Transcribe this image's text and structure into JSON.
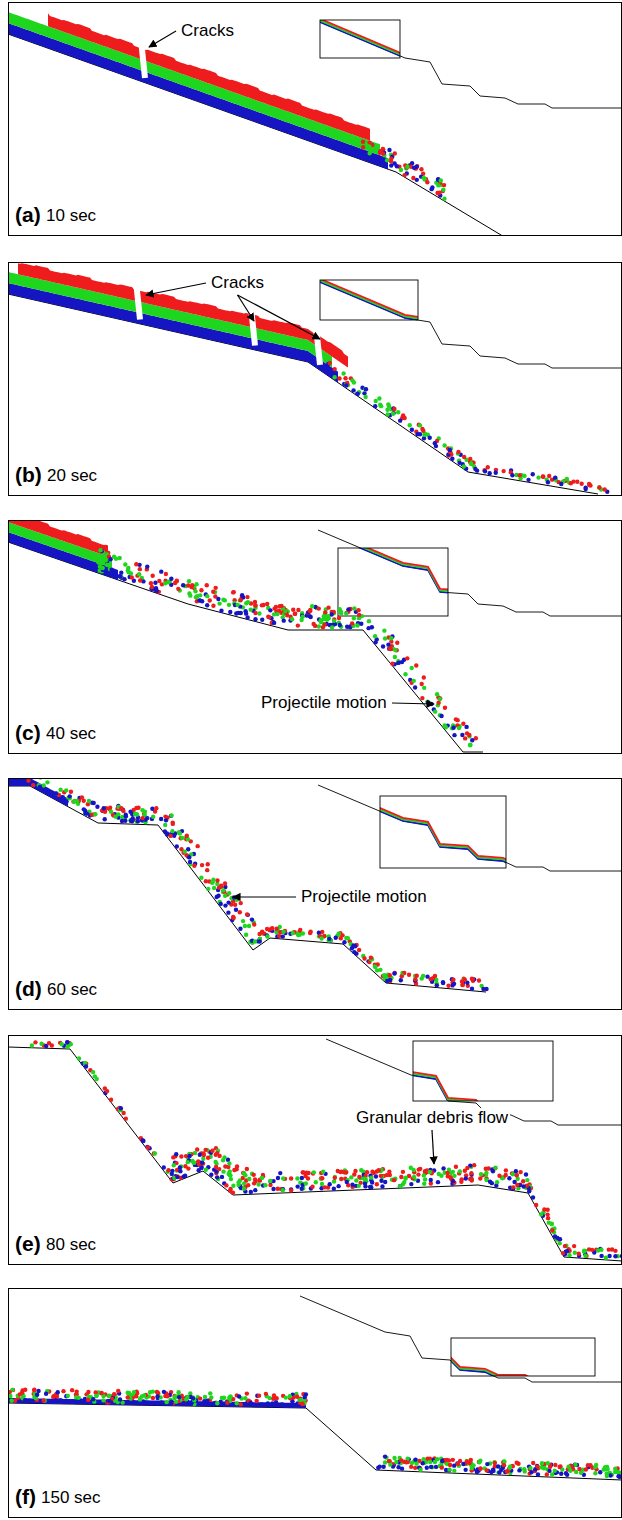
{
  "diagram": {
    "nodes": [
      {
        "text": [
          "Cracks",
          "(a)",
          "10 sec"
        ]
      },
      {
        "text": [
          "Cracks",
          "(b)",
          "20 sec"
        ]
      },
      {
        "text": [
          "Projectile motion",
          "(c)",
          "40 sec"
        ]
      },
      {
        "text": [
          "Projectile motion",
          "(d)",
          "60 sec"
        ]
      },
      {
        "text": [
          "Granular debris flow",
          "(e)",
          "80 sec"
        ]
      },
      {
        "text": [
          "(f)",
          "150 sec"
        ]
      }
    ]
  }
}
